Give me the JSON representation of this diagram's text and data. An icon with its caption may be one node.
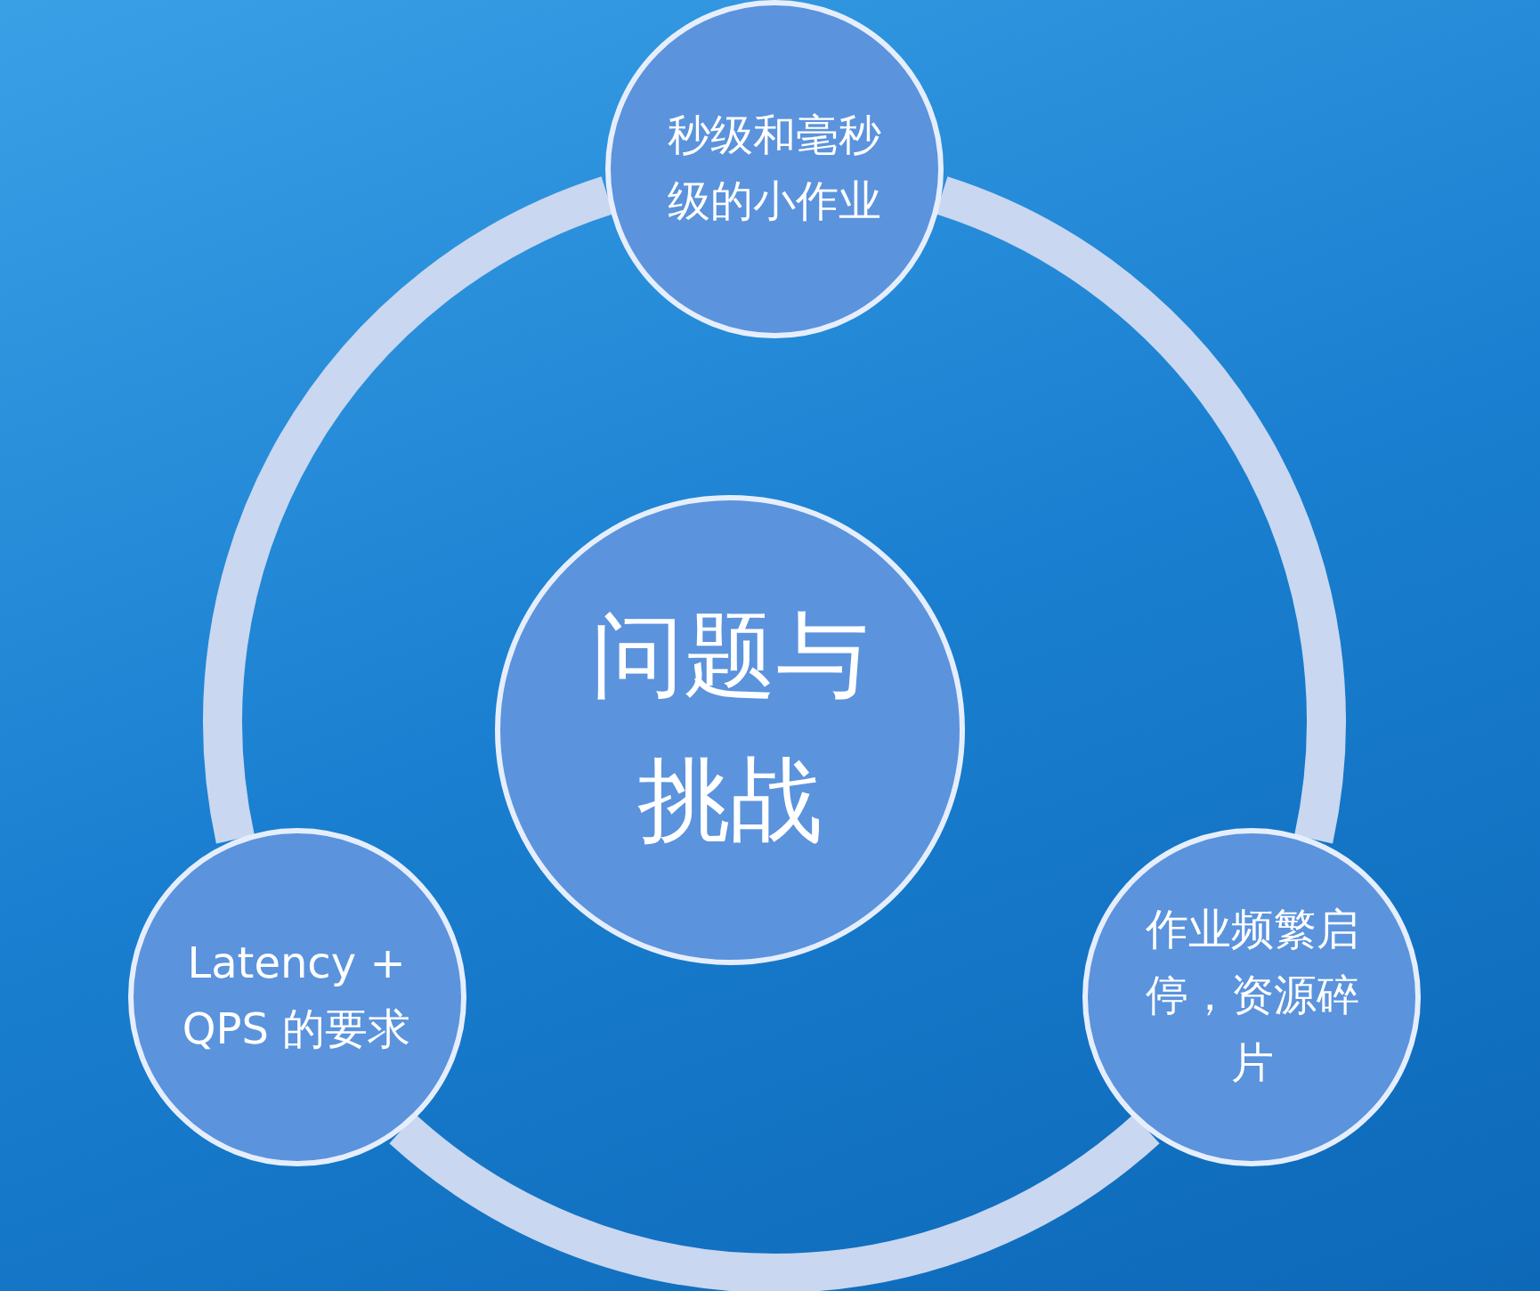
{
  "diagram": {
    "nodes": [
      {
        "text": [
          "秒级和毫秒级的小作业"
        ]
      },
      {
        "text": [
          "问题与挑战"
        ]
      },
      {
        "text": [
          "Latency + QPS 的要求"
        ]
      },
      {
        "text": [
          "作业频繁启停，资源碎片"
        ]
      }
    ],
    "edges": [
      {
        "from": 0,
        "to": 3,
        "arrow": "none"
      },
      {
        "from": 3,
        "to": 2,
        "arrow": "none"
      },
      {
        "from": 2,
        "to": 0,
        "arrow": "none"
      }
    ]
  }
}
